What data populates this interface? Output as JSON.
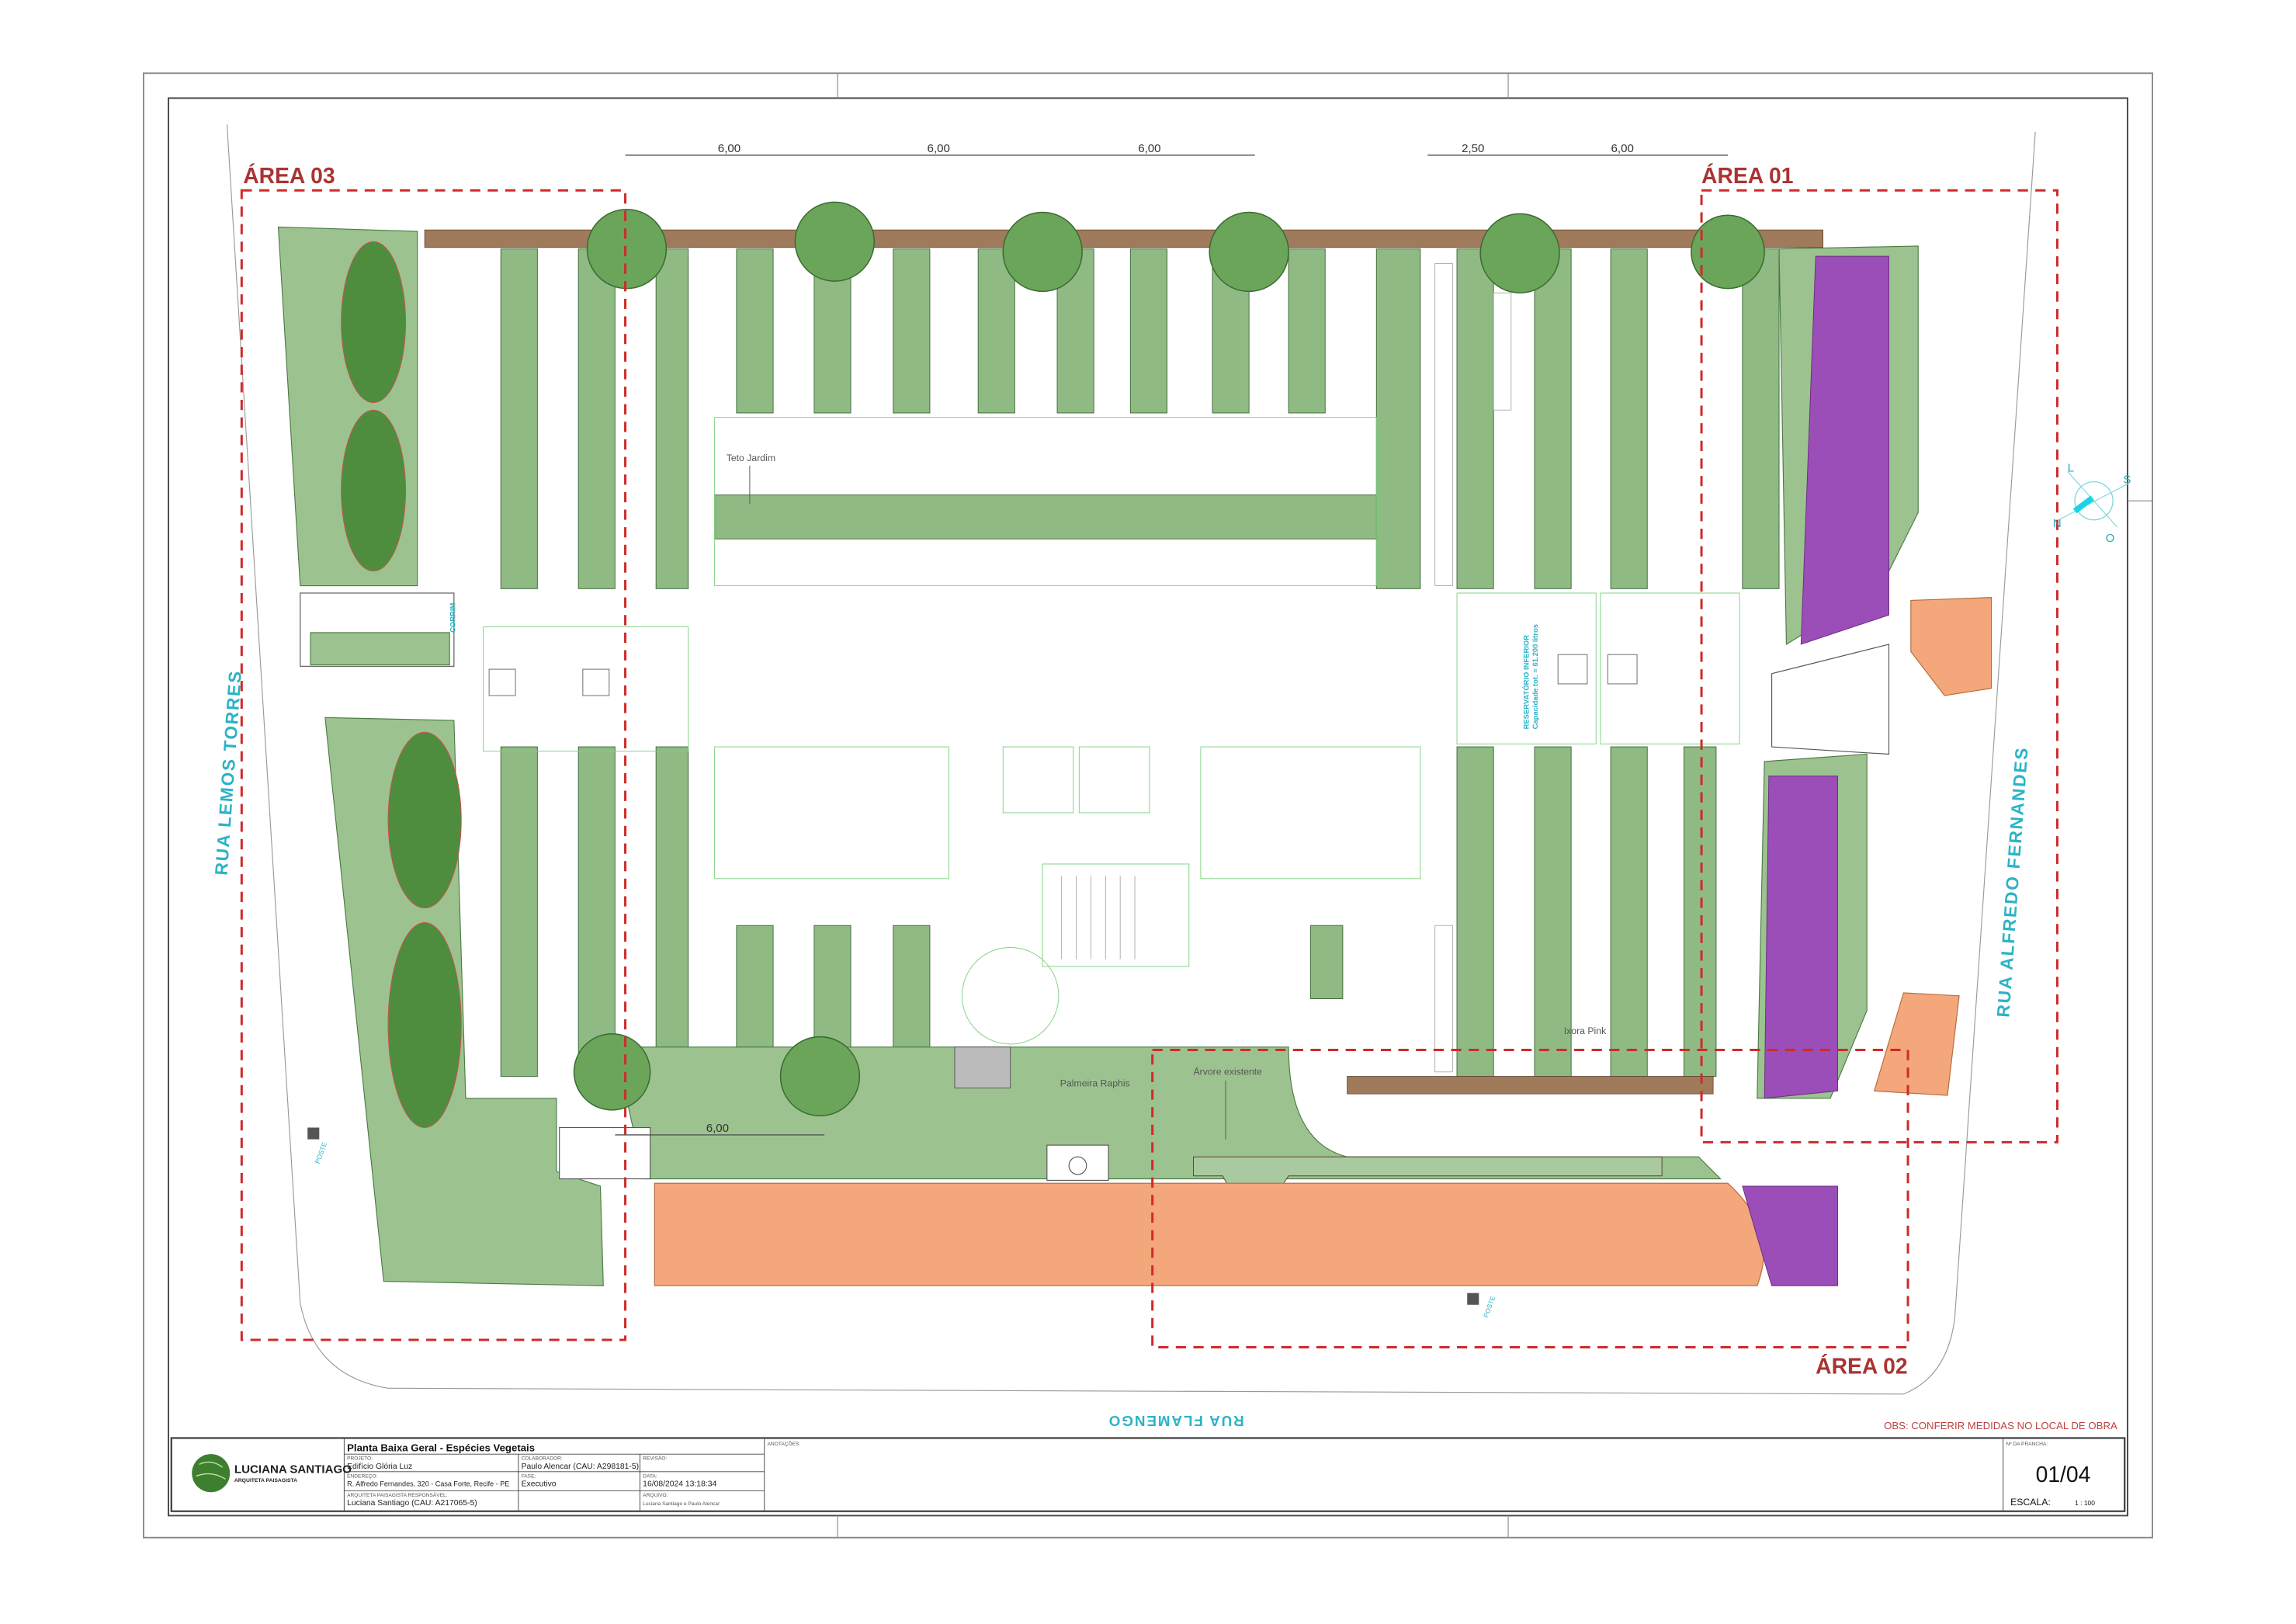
{
  "areas": {
    "a01": "ÁREA 01",
    "a02": "ÁREA 02",
    "a03": "ÁREA 03"
  },
  "streets": {
    "left": "RUA LEMOS TORRES",
    "right": "RUA ALFREDO FERNANDES",
    "bottom": "RUA FLAMENGO"
  },
  "dimensions": {
    "d1": "6,00",
    "d2": "6,00",
    "d3": "6,00",
    "d4": "2,50",
    "d5": "6,00",
    "d6": "6,00"
  },
  "labels": {
    "teto_jardim": "Teto Jardim",
    "palmeira": "Palmeira Raphis",
    "arvore": "Árvore existente",
    "ixora": "Ixora Pink",
    "reservatorio_1": "RESERVATÓRIO INFERIOR",
    "reservatorio_2": "Capacidade tot. = 61.200 litros",
    "poste_1": "POSTE",
    "poste_2": "POSTE",
    "corrimao": "CORRIM"
  },
  "compass": {
    "n": "N",
    "s": "S",
    "l": "L",
    "o": "O"
  },
  "note": "OBS: CONFERIR MEDIDAS NO LOCAL DE OBRA",
  "title_block": {
    "logo_name": "LUCIANA SANTIAGO",
    "logo_sub": "ARQUITETA PAISAGISTA",
    "title": "Planta Baixa Geral - Espécies Vegetais",
    "projeto_label": "PROJETO:",
    "projeto": "Edifício Glória Luz",
    "colab_label": "COLABORADOR:",
    "colab": "Paulo Alencar (CAU: A298181-5)",
    "revisao_label": "REVISÃO:",
    "endereco_label": "ENDEREÇO:",
    "endereco": "R. Alfredo Fernandes, 320 - Casa Forte, Recife - PE",
    "fase_label": "FASE:",
    "fase": "Executivo",
    "data_label": "DATA:",
    "data": "16/08/2024 13:18:34",
    "resp_label": "ARQUITETA PAISAGISTA RESPONSÁVEL:",
    "resp": "Luciana Santiago (CAU: A217065-5)",
    "arquivo_label": "ARQUIVO:",
    "arquivo": "Luciana Santiago e Paulo Alencar",
    "anotacoes_label": "ANOTAÇÕES:",
    "prancha_label": "Nº DA PRANCHA:",
    "prancha": "01/04",
    "escala_label": "ESCALA:",
    "escala": "1 : 100"
  }
}
